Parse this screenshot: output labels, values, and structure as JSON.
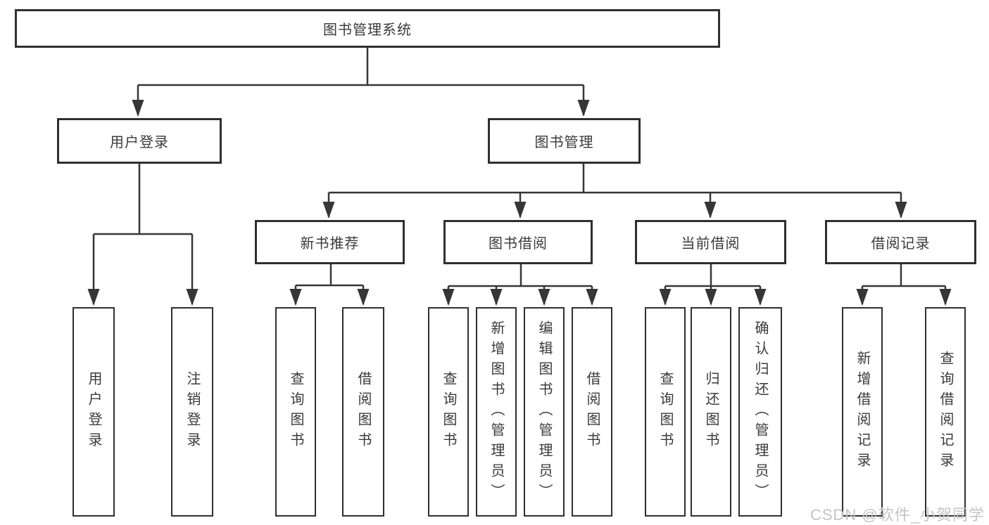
{
  "diagram": {
    "root": "图书管理系统",
    "branches": [
      {
        "label": "用户登录",
        "leaves": [
          "用户登录",
          "注销登录"
        ]
      },
      {
        "label": "图书管理",
        "groups": [
          {
            "label": "新书推荐",
            "leaves": [
              "查询图书",
              "借阅图书"
            ]
          },
          {
            "label": "图书借阅",
            "leaves": [
              "查询图书",
              "新增图书（管理员）",
              "编辑图书（管理员）",
              "借阅图书"
            ]
          },
          {
            "label": "当前借阅",
            "leaves": [
              "查询图书",
              "归还图书",
              "确认归还（管理员）"
            ]
          },
          {
            "label": "借阅记录",
            "leaves": [
              "新增借阅记录",
              "查询借阅记录"
            ]
          }
        ]
      }
    ]
  },
  "watermark": "CSDN @软件_小贺同学",
  "colors": {
    "line": "#363636",
    "box_border": "#2f2f2f",
    "text": "#3a3a3a",
    "watermark": "#c7c3c3",
    "background": "#ffffff"
  }
}
